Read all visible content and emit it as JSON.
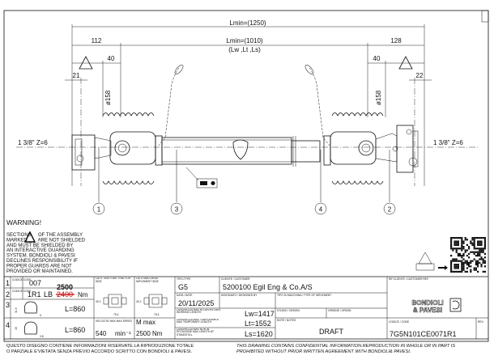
{
  "drawing": {
    "lmin_total": "Lmin=(1250)",
    "lmin_inner": "Lmin=(1010)",
    "lengths": "(Lw ,Lt ,Ls)",
    "dim_left": "112",
    "dim_right": "128",
    "dim_40_left": "40",
    "dim_40_right": "40",
    "dim_21": "21",
    "dim_22": "22",
    "dia_left": "ø158",
    "dia_right": "ø158",
    "spline_left": "1 3/8\" Z=6",
    "spline_right": "1 3/8\" Z=6",
    "callouts": [
      "1",
      "3",
      "4",
      "2"
    ]
  },
  "warning": {
    "title": "WARNING!",
    "lines": [
      "SECTIONS     OF THE ASSEMBLY",
      "MARKED        ARE NOT SHIELDED",
      "AND MUST BE SHIELDED BY",
      "AN INTERACTIVE GUARDING",
      "SYSTEM. BONDIOLI & PAVESI",
      "DECLINES RESPONSIBILITY IF",
      "PROPER GUARDS ARE NOT",
      "PROVIDED OR MAINTAINED."
    ]
  },
  "parts": {
    "code_label": "CODICE CODE",
    "row1": {
      "num": "1",
      "code": "007"
    },
    "row2": {
      "num": "2",
      "code": "1R1",
      "lb": "LB",
      "old": "2400",
      "new": "2500",
      "unit": "Nm"
    },
    "row3": {
      "num": "3",
      "dim_h": "31.5",
      "dim_t": "3",
      "length": "L=860"
    },
    "row4": {
      "num": "4",
      "dim_h": "40",
      "dim_t": "3.8",
      "length": "L=860"
    }
  },
  "sides": {
    "tractor_label": "LATO TRATTORE TRACTOR SIDE",
    "implement_label": "LATO MACCHINA IMPLEMENT SIDE",
    "cross_h": "30.2",
    "cross_w": "79.4",
    "speed_label": "VELOCITA' MAX MAX SPEED",
    "speed_value": "540",
    "speed_unit": "min⁻¹",
    "mmax_label": "M max",
    "mmax_value": "2500 Nm"
  },
  "titleblock": {
    "type_label": "TIPO-TYPE",
    "type_value": "G5",
    "customer_label": "CLIENTE / CUSTOMER",
    "customer_value": "5200100   Egil Eng & Co.A/S",
    "ref_label": "RIF.CLIENTE / CUSTOMER REF.",
    "date_label": "DATA / DATE",
    "date_value": "20/11/2025",
    "designed_label": "DISEGNATO / DESIGNED BY",
    "implement_label": "TIPO DI MACCHINA / TYPE OF IMPLEMENT",
    "lw_label": "LUNGHEZZA MAX IN LAVORO MAX WORKING LENGTH",
    "lw_value": "Lw=1417",
    "lt_label": "LUNGHEZZA MAX TEMPORANEA MAX TEMPORARY LENGTH",
    "lt_value": "Lt=1552",
    "ls_label": "LUNGHEZZA MAX NON IN ROTAZIONE MAX LENGTH AT STANDSTILL",
    "ls_value": "Ls=1620",
    "study_label": "STUDIO / DESIGN",
    "origin_label": "ORIGINE / ORIGIN",
    "notes_label": "NOTE / NOTES",
    "notes_value": "DRAFT",
    "code_label": "CODICE / CODE",
    "code_value": "7G5N101CE0071R1",
    "rev_label": "REV.",
    "brand_line1": "BONDIOLI",
    "brand_line2": "& PAVESI"
  },
  "footer": {
    "it_line1": "QUESTO DISEGNO CONTIENE INFORMAZIONI RISERVATE.LA RIPRODUZIONE TOTALE",
    "it_line2": "O PARZIALE E'VIETATA SENZA PREVIO ACCORDO SCRITTO CON BONDIOLI & PAVESI.",
    "en_line1": "THIS DRAWING CONTAINS CONFIDENTIAL INFORMATION.REPRODUCTION IN WHOLE OR IN PART IS",
    "en_line2": "PROHIBITED WITHOUT PRIOR WRITTEN AGREEMENT WITH BONDIOLI& PAVESI."
  }
}
